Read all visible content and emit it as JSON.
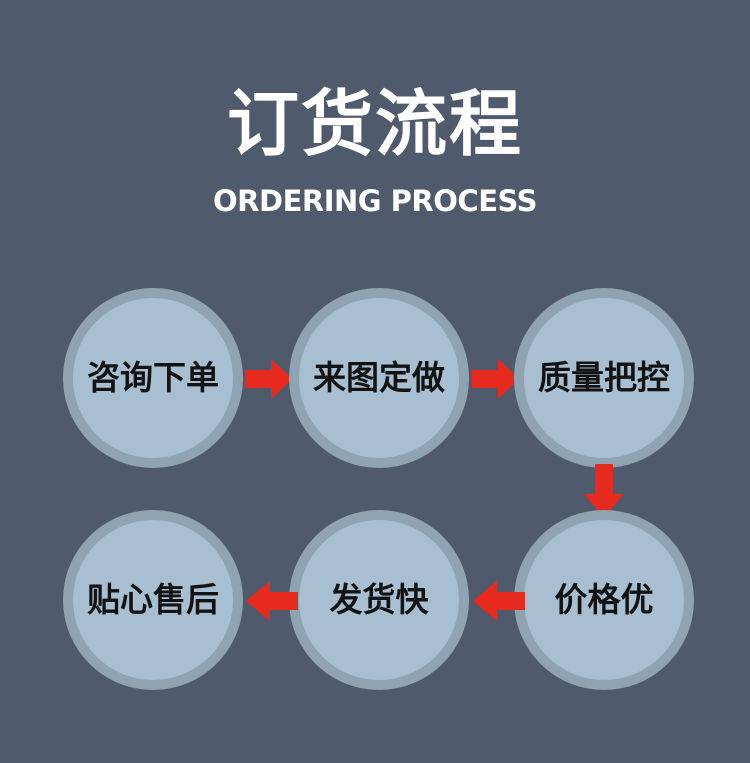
{
  "title": "订货流程",
  "subtitle": "ORDERING PROCESS",
  "steps": [
    {
      "label": "咨询下单"
    },
    {
      "label": "来图定做"
    },
    {
      "label": "质量把控"
    },
    {
      "label": "价格优"
    },
    {
      "label": "发货快"
    },
    {
      "label": "贴心售后"
    }
  ],
  "colors": {
    "background": "#4f5b6c",
    "circle_outer": "#8fa3b2",
    "circle_inner": "#a7bfd1",
    "arrow": "#e62a1e",
    "label_text": "#131313",
    "title_text": "#ffffff"
  }
}
